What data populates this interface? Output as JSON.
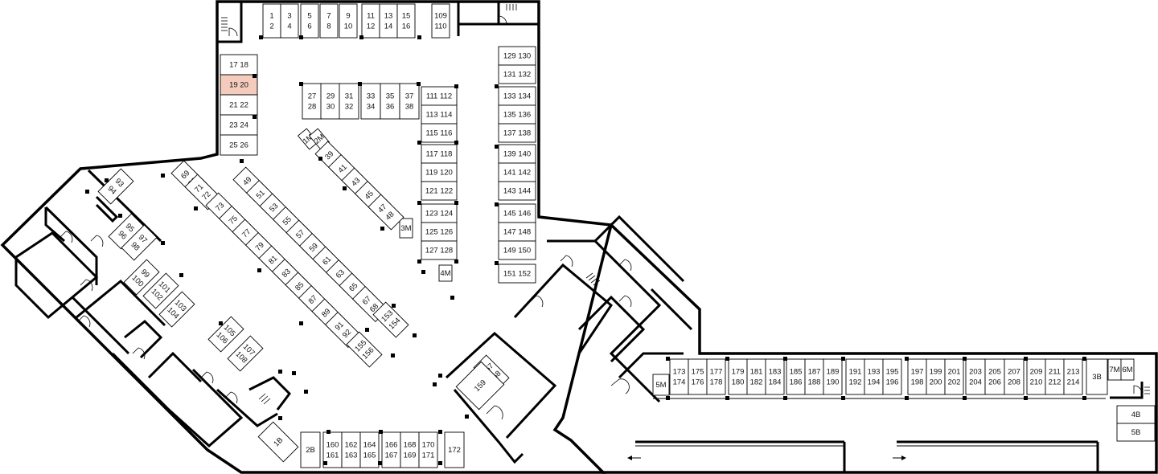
{
  "plan": {
    "highlight_color": "#f4cbbd",
    "wall_color": "#000000",
    "background": "#ffffff"
  },
  "stalls": [
    {
      "label": "1\n2"
    },
    {
      "label": "3\n4"
    },
    {
      "label": "5\n6"
    },
    {
      "label": "7\n8"
    },
    {
      "label": "9\n10"
    },
    {
      "label": "11\n12"
    },
    {
      "label": "13\n14"
    },
    {
      "label": "15\n16"
    },
    {
      "label": "109\n110"
    },
    {
      "label": "17  18"
    },
    {
      "label": "19  20",
      "highlighted": true
    },
    {
      "label": "21  22"
    },
    {
      "label": "23  24"
    },
    {
      "label": "25  26"
    },
    {
      "label": "27\n28"
    },
    {
      "label": "29\n30"
    },
    {
      "label": "31\n32"
    },
    {
      "label": "33\n34"
    },
    {
      "label": "35\n36"
    },
    {
      "label": "37\n38"
    },
    {
      "label": "111  112"
    },
    {
      "label": "113  114"
    },
    {
      "label": "115  116"
    },
    {
      "label": "117  118"
    },
    {
      "label": "119  120"
    },
    {
      "label": "121  122"
    },
    {
      "label": "123  124"
    },
    {
      "label": "125  126"
    },
    {
      "label": "127  128"
    },
    {
      "label": "129  130"
    },
    {
      "label": "131  132"
    },
    {
      "label": "133  134"
    },
    {
      "label": "135  136"
    },
    {
      "label": "137  138"
    },
    {
      "label": "139  140"
    },
    {
      "label": "141  142"
    },
    {
      "label": "143  144"
    },
    {
      "label": "145  146"
    },
    {
      "label": "147  148"
    },
    {
      "label": "149  150"
    },
    {
      "label": "151  152"
    },
    {
      "label": "1M"
    },
    {
      "label": "2M"
    },
    {
      "label": "3M"
    },
    {
      "label": "4M"
    },
    {
      "label": "5M"
    },
    {
      "label": "7M"
    },
    {
      "label": "6M"
    },
    {
      "label": "39\n40"
    },
    {
      "label": "41\n42"
    },
    {
      "label": "43\n44"
    },
    {
      "label": "45\n46"
    },
    {
      "label": "47\n48"
    },
    {
      "label": "69\n70"
    },
    {
      "label": "71\n72"
    },
    {
      "label": "49\n50"
    },
    {
      "label": "51\n52"
    },
    {
      "label": "53\n54"
    },
    {
      "label": "55\n56"
    },
    {
      "label": "57\n58"
    },
    {
      "label": "59\n60"
    },
    {
      "label": "61\n62"
    },
    {
      "label": "63\n64"
    },
    {
      "label": "65\n66"
    },
    {
      "label": "67\n68"
    },
    {
      "label": "73\n74"
    },
    {
      "label": "75\n76"
    },
    {
      "label": "77\n78"
    },
    {
      "label": "79\n80"
    },
    {
      "label": "81\n82"
    },
    {
      "label": "83\n84"
    },
    {
      "label": "85\n86"
    },
    {
      "label": "87\n88"
    },
    {
      "label": "89\n90"
    },
    {
      "label": "91\n92"
    },
    {
      "label": "153\n154"
    },
    {
      "label": "155\n156"
    },
    {
      "label": "93\n94"
    },
    {
      "label": "95\n96"
    },
    {
      "label": "97\n98"
    },
    {
      "label": "99\n100"
    },
    {
      "label": "101\n102"
    },
    {
      "label": "103\n104"
    },
    {
      "label": "105\n106"
    },
    {
      "label": "107\n108"
    },
    {
      "label": "157\n158"
    },
    {
      "label": "159"
    },
    {
      "label": "1B"
    },
    {
      "label": "2B"
    },
    {
      "label": "160\n161"
    },
    {
      "label": "162\n163"
    },
    {
      "label": "164\n165"
    },
    {
      "label": "166\n167"
    },
    {
      "label": "168\n169"
    },
    {
      "label": "170\n171"
    },
    {
      "label": "172"
    },
    {
      "label": "173\n174"
    },
    {
      "label": "175\n176"
    },
    {
      "label": "177\n178"
    },
    {
      "label": "179\n180"
    },
    {
      "label": "181\n182"
    },
    {
      "label": "183\n184"
    },
    {
      "label": "185\n186"
    },
    {
      "label": "187\n188"
    },
    {
      "label": "189\n190"
    },
    {
      "label": "191\n192"
    },
    {
      "label": "193\n194"
    },
    {
      "label": "195\n196"
    },
    {
      "label": "197\n198"
    },
    {
      "label": "199\n200"
    },
    {
      "label": "201\n202"
    },
    {
      "label": "203\n204"
    },
    {
      "label": "205\n206"
    },
    {
      "label": "207\n208"
    },
    {
      "label": "209\n210"
    },
    {
      "label": "211\n212"
    },
    {
      "label": "213\n214"
    },
    {
      "label": "3B"
    },
    {
      "label": "4B"
    },
    {
      "label": "5B"
    }
  ]
}
